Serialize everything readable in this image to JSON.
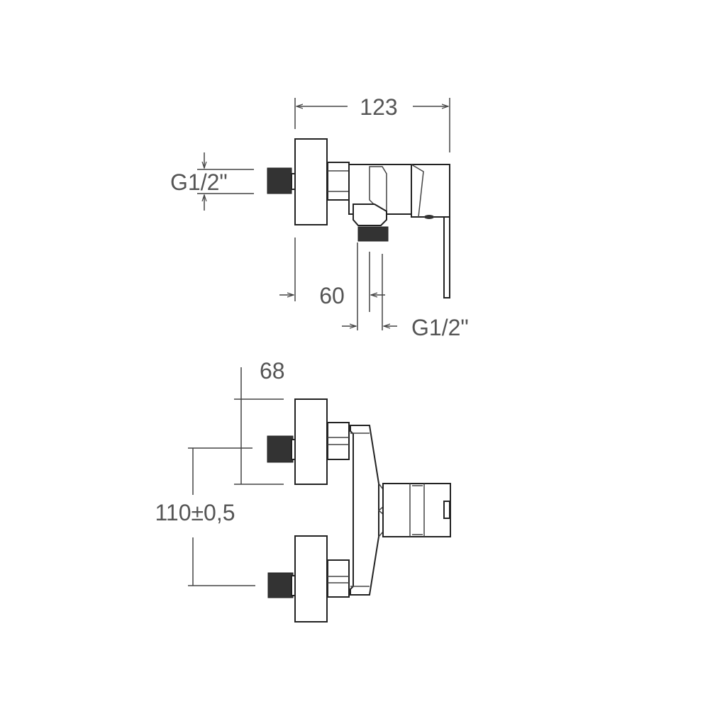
{
  "title": "Shower mixer technical drawing",
  "side_view": {
    "overall_width": "123",
    "inlet_thread": "G1/2\"",
    "outlet_offset": "60",
    "outlet_thread": "G1/2\""
  },
  "front_view": {
    "flange_height": "68",
    "inlet_spacing": "110±0,5"
  },
  "colors": {
    "line": "#222222",
    "dimension": "#555555"
  }
}
